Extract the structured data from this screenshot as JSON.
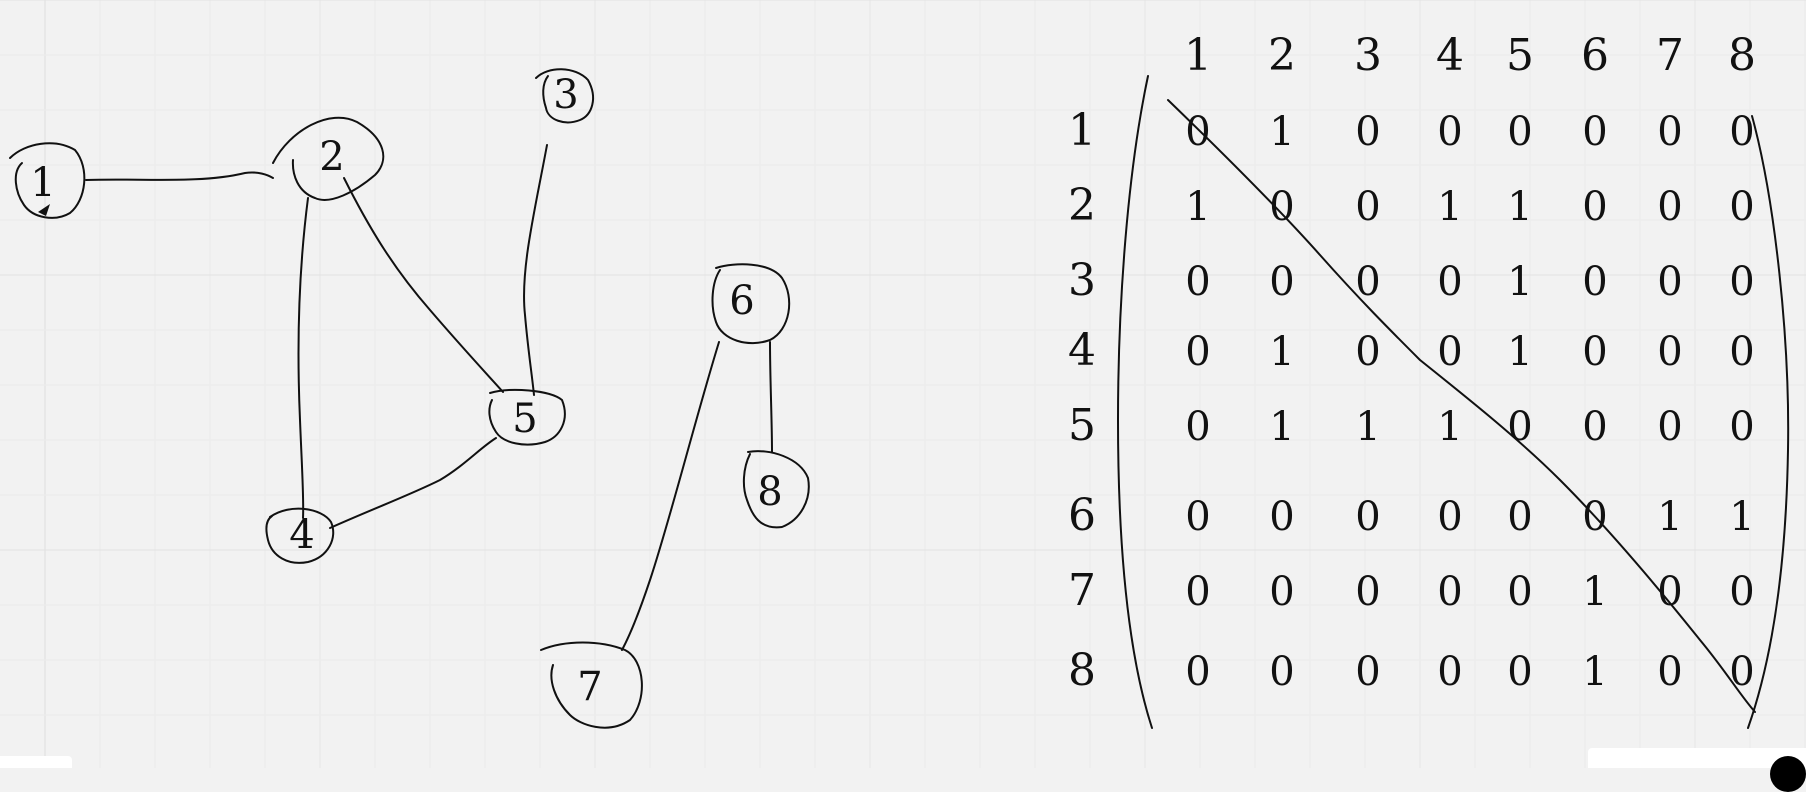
{
  "graph": {
    "nodes": [
      {
        "id": "n1",
        "label": "1"
      },
      {
        "id": "n2",
        "label": "2"
      },
      {
        "id": "n3",
        "label": "3"
      },
      {
        "id": "n4",
        "label": "4"
      },
      {
        "id": "n5",
        "label": "5"
      },
      {
        "id": "n6",
        "label": "6"
      },
      {
        "id": "n7",
        "label": "7"
      },
      {
        "id": "n8",
        "label": "8"
      }
    ],
    "edges": [
      {
        "from": "1",
        "to": "2"
      },
      {
        "from": "2",
        "to": "4"
      },
      {
        "from": "2",
        "to": "5"
      },
      {
        "from": "3",
        "to": "5"
      },
      {
        "from": "4",
        "to": "5"
      },
      {
        "from": "6",
        "to": "7"
      },
      {
        "from": "6",
        "to": "8"
      }
    ]
  },
  "matrix": {
    "column_headers": [
      "1",
      "2",
      "3",
      "4",
      "5",
      "6",
      "7",
      "8"
    ],
    "row_headers": [
      "1",
      "2",
      "3",
      "4",
      "5",
      "6",
      "7",
      "8"
    ],
    "rows": [
      [
        "0",
        "1",
        "0",
        "0",
        "0",
        "0",
        "0",
        "0"
      ],
      [
        "1",
        "0",
        "0",
        "1",
        "1",
        "0",
        "0",
        "0"
      ],
      [
        "0",
        "0",
        "0",
        "0",
        "1",
        "0",
        "0",
        "0"
      ],
      [
        "0",
        "1",
        "0",
        "0",
        "1",
        "0",
        "0",
        "0"
      ],
      [
        "0",
        "1",
        "1",
        "1",
        "0",
        "0",
        "0",
        "0"
      ],
      [
        "0",
        "0",
        "0",
        "0",
        "0",
        "0",
        "1",
        "1"
      ],
      [
        "0",
        "0",
        "0",
        "0",
        "0",
        "1",
        "0",
        "0"
      ],
      [
        "0",
        "0",
        "0",
        "0",
        "0",
        "1",
        "0",
        "0"
      ]
    ]
  }
}
